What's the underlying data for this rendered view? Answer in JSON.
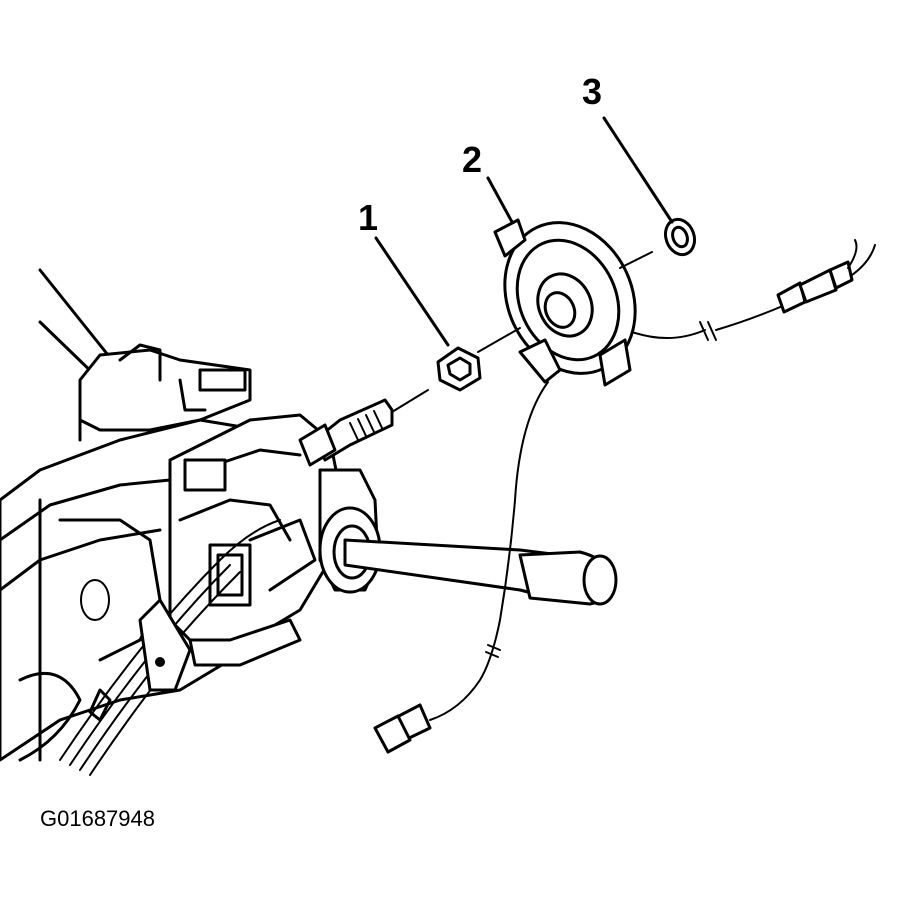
{
  "figure": {
    "id_label": "G01687948"
  },
  "callouts": [
    {
      "number": "1",
      "part": "washer"
    },
    {
      "number": "2",
      "part": "coil-assembly"
    },
    {
      "number": "3",
      "part": "retaining-ring"
    }
  ]
}
